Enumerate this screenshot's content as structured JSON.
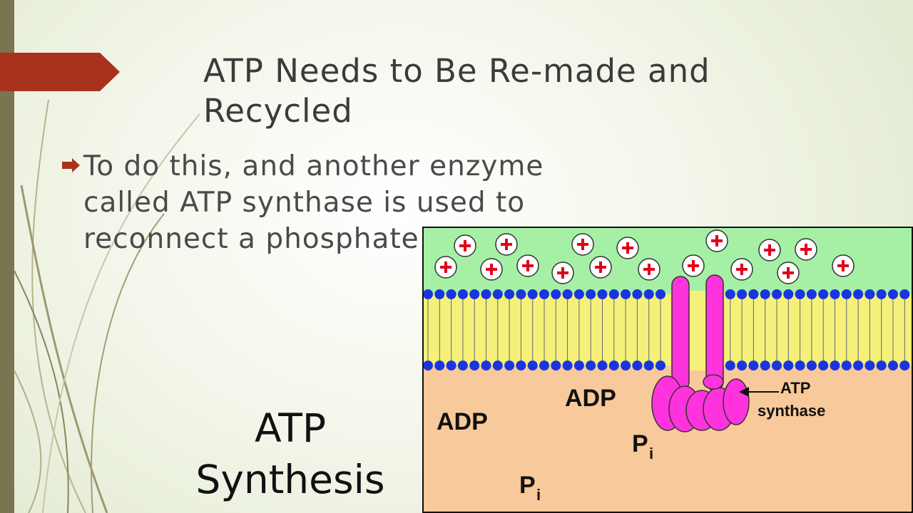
{
  "slide": {
    "title": "ATP Needs to Be Re-made and Recycled",
    "bullet": "To do this, and another enzyme called ATP synthase is used to reconnect a phosphate.",
    "caption_line1": "ATP",
    "caption_line2": "Synthesis"
  },
  "diagram": {
    "adp_label_1": "ADP",
    "adp_label_2": "ADP",
    "pi_label_1": "P",
    "pi_label_2": "P",
    "pi_subscript": "i",
    "synthase_label_line1": "ATP",
    "synthase_label_line2": "synthase",
    "ion_symbol": "+"
  },
  "colors": {
    "title_arrow": "#a8321c",
    "left_bar": "#7a7450",
    "outer_space": "#a6f0a6",
    "matrix": "#f8c99a",
    "membrane_core": "#f5f07a",
    "lipid_head": "#1a35e0",
    "synthase": "#ff33dd",
    "ion_plus": "#e0001a"
  }
}
